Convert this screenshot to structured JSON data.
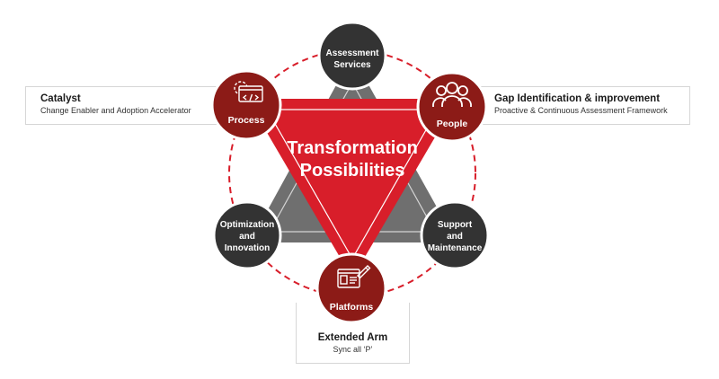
{
  "center": {
    "line1": "Transformation",
    "line2": "Possibilities"
  },
  "nodes": {
    "assessment": {
      "line1": "Assessment",
      "line2": "Services"
    },
    "process": {
      "label": "Process"
    },
    "people": {
      "label": "People"
    },
    "optimization": {
      "line1": "Optimization",
      "line2": "and",
      "line3": "Innovation"
    },
    "support": {
      "line1": "Support",
      "line2": "and",
      "line3": "Maintenance"
    },
    "platforms": {
      "label": "Platforms"
    }
  },
  "callouts": {
    "catalyst": {
      "title": "Catalyst",
      "subtitle": "Change Enabler and Adoption Accelerator"
    },
    "gap": {
      "title": "Gap Identification & improvement",
      "subtitle": "Proactive & Continuous  Assessment Framework"
    },
    "extended_arm": {
      "title": "Extended Arm",
      "subtitle": "Sync all ‘P’"
    }
  },
  "colors": {
    "red": "#d81e2a",
    "dark_red": "#8c1b17",
    "dark_gray": "#333333",
    "mid_gray": "#6f6f6f",
    "dashed_ring": "#d81e2a"
  }
}
